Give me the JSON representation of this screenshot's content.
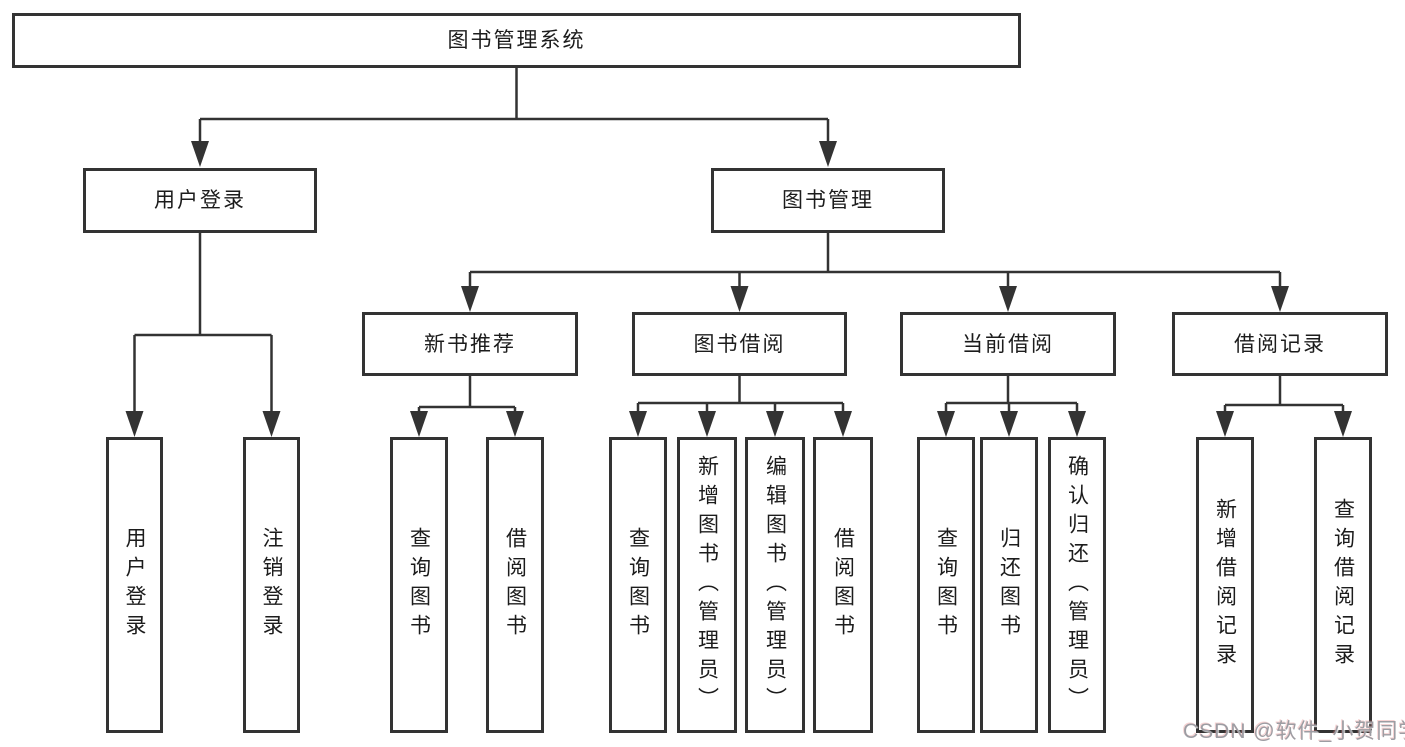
{
  "diagram": {
    "title": "图书管理系统",
    "type": "hierarchy-tree",
    "nodes": {
      "root": "图书管理系统",
      "user_login": "用户登录",
      "book_management": "图书管理",
      "user_login_leaf": "用户登录",
      "logout": "注销登录",
      "new_book_rec": "新书推荐",
      "book_borrow": "图书借阅",
      "current_borrow": "当前借阅",
      "borrow_records": "借阅记录",
      "query_books_1": "查询图书",
      "borrow_books_1": "借阅图书",
      "query_books_2": "查询图书",
      "add_books": "新增图书（管理员）",
      "edit_books": "编辑图书（管理员）",
      "borrow_books_2": "借阅图书",
      "query_books_3": "查询图书",
      "return_books": "归还图书",
      "confirm_return": "确认归还（管理员）",
      "add_borrow_record": "新增借阅记录",
      "query_borrow_record": "查询借阅记录"
    },
    "edges": [
      [
        "root",
        "user_login"
      ],
      [
        "root",
        "book_management"
      ],
      [
        "user_login",
        "user_login_leaf"
      ],
      [
        "user_login",
        "logout"
      ],
      [
        "book_management",
        "new_book_rec"
      ],
      [
        "book_management",
        "book_borrow"
      ],
      [
        "book_management",
        "current_borrow"
      ],
      [
        "book_management",
        "borrow_records"
      ],
      [
        "new_book_rec",
        "query_books_1"
      ],
      [
        "new_book_rec",
        "borrow_books_1"
      ],
      [
        "book_borrow",
        "query_books_2"
      ],
      [
        "book_borrow",
        "add_books"
      ],
      [
        "book_borrow",
        "edit_books"
      ],
      [
        "book_borrow",
        "borrow_books_2"
      ],
      [
        "current_borrow",
        "query_books_3"
      ],
      [
        "current_borrow",
        "return_books"
      ],
      [
        "current_borrow",
        "confirm_return"
      ],
      [
        "borrow_records",
        "add_borrow_record"
      ],
      [
        "borrow_records",
        "query_borrow_record"
      ]
    ],
    "colors": {
      "line": "#333333",
      "text": "#1c1c1c",
      "watermark": "#9d9da3",
      "background": "#ffffff"
    },
    "watermark": "CSDN @软件_小贺同学"
  }
}
